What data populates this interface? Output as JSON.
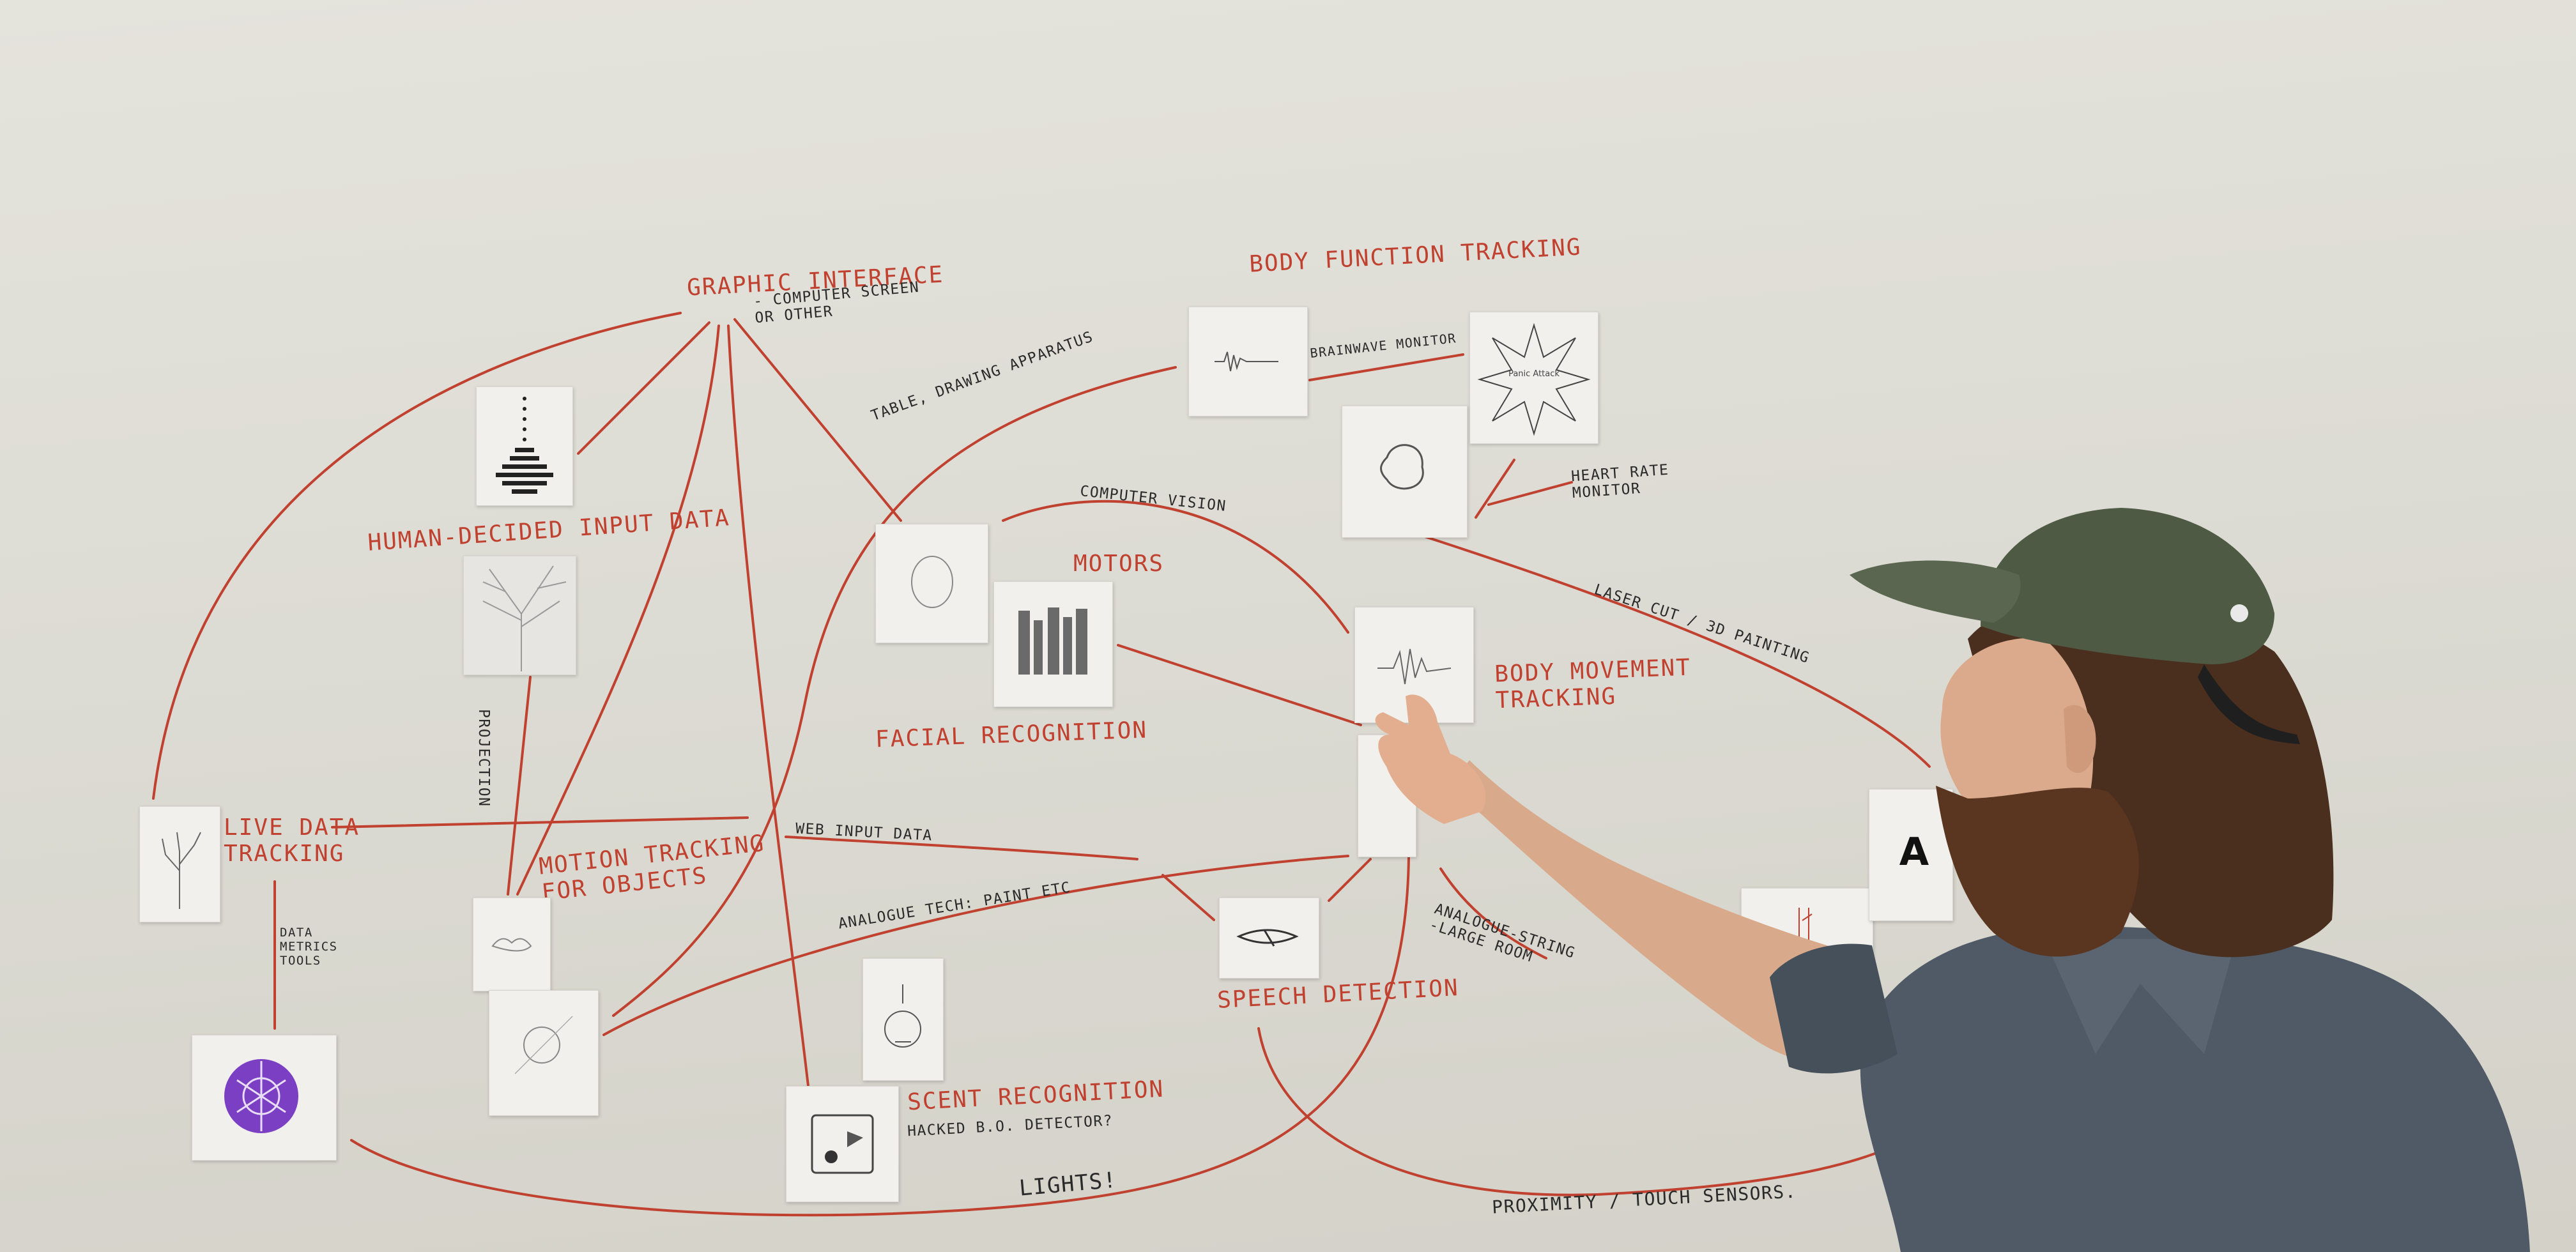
{
  "labels": {
    "graphic_interface": "Graphic Interface",
    "graphic_interface_note": "- Computer Screen\nor Other",
    "body_function_tracking": "Body Function Tracking",
    "brainwave_monitor": "Brainwave Monitor",
    "heart_rate_monitor": "Heart Rate\nMonitor",
    "table_drawing_apparatus": "Table, Drawing Apparatus",
    "computer_vision": "Computer Vision",
    "human_decided_input_data": "Human-Decided Input Data",
    "motors": "Motors",
    "laser_cut_3d_painting": "Laser Cut / 3D Painting",
    "body_movement_tracking": "Body Movement\nTracking",
    "facial_recognition": "Facial Recognition",
    "projection": "Projection",
    "live_data_tracking": "Live Data\nTracking",
    "web_input_data": "Web Input Data",
    "motion_tracking_for_objects": "Motion Tracking\nFor Objects",
    "analogue_tech_paint": "Analogue Tech: Paint etc",
    "data_metrics_tools": "Data\nMetrics\nTools",
    "speech_detection": "Speech Detection",
    "analogue_string_large_room": "Analogue-String\n-Large Room",
    "scent_recognition": "Scent Recognition",
    "hacked_bo_detector": "Hacked B.O. Detector?",
    "lights": "Lights!",
    "proximity_touch_sensors": "Proximity / Touch Sensors.",
    "panic_attack": "Panic Attack",
    "card_letter": "A"
  },
  "colors": {
    "marker_red": "#c0412f",
    "marker_black": "#2a2a2a",
    "wall": "#dddcd4",
    "cap": "#4f5a45",
    "shirt": "#4f5a66",
    "hair": "#4a2e1e"
  }
}
